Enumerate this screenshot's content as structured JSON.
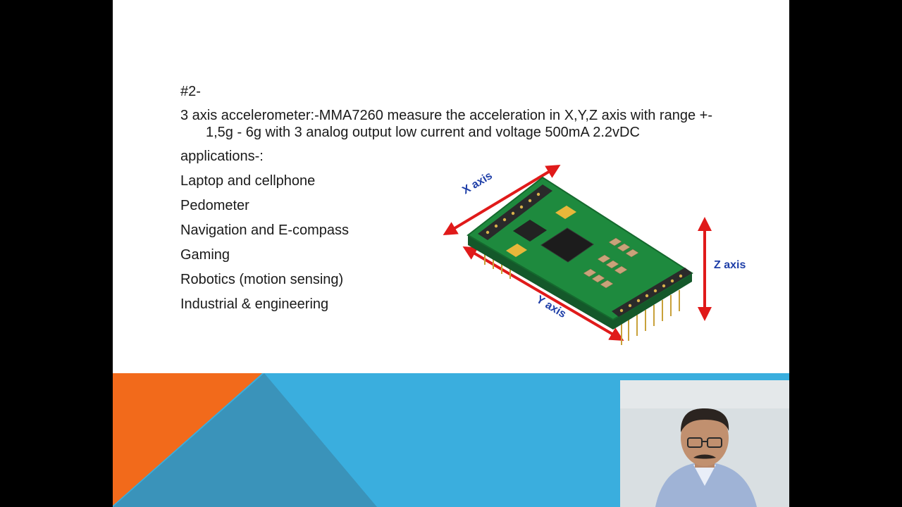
{
  "slide": {
    "heading": "#2-",
    "description": "3 axis accelerometer:-MMA7260 measure the acceleration in X,Y,Z axis with range +- 1,5g - 6g with 3 analog output low current and voltage 500mA 2.2vDC",
    "applications_label": "applications-:",
    "applications": [
      "Laptop and cellphone",
      "Pedometer",
      "Navigation and E-compass",
      "Gaming",
      "Robotics (motion sensing)",
      "Industrial & engineering"
    ]
  },
  "figure": {
    "x_axis_label": "X axis",
    "y_axis_label": "Y axis",
    "z_axis_label": "Z axis",
    "arrow_color": "#e01a1a",
    "label_color": "#1f3fa8",
    "board_color": "#1e8a3e"
  },
  "theme": {
    "orange": "#f26a1b",
    "blue": "#3aaede",
    "dark_blue": "#3a93ba"
  }
}
